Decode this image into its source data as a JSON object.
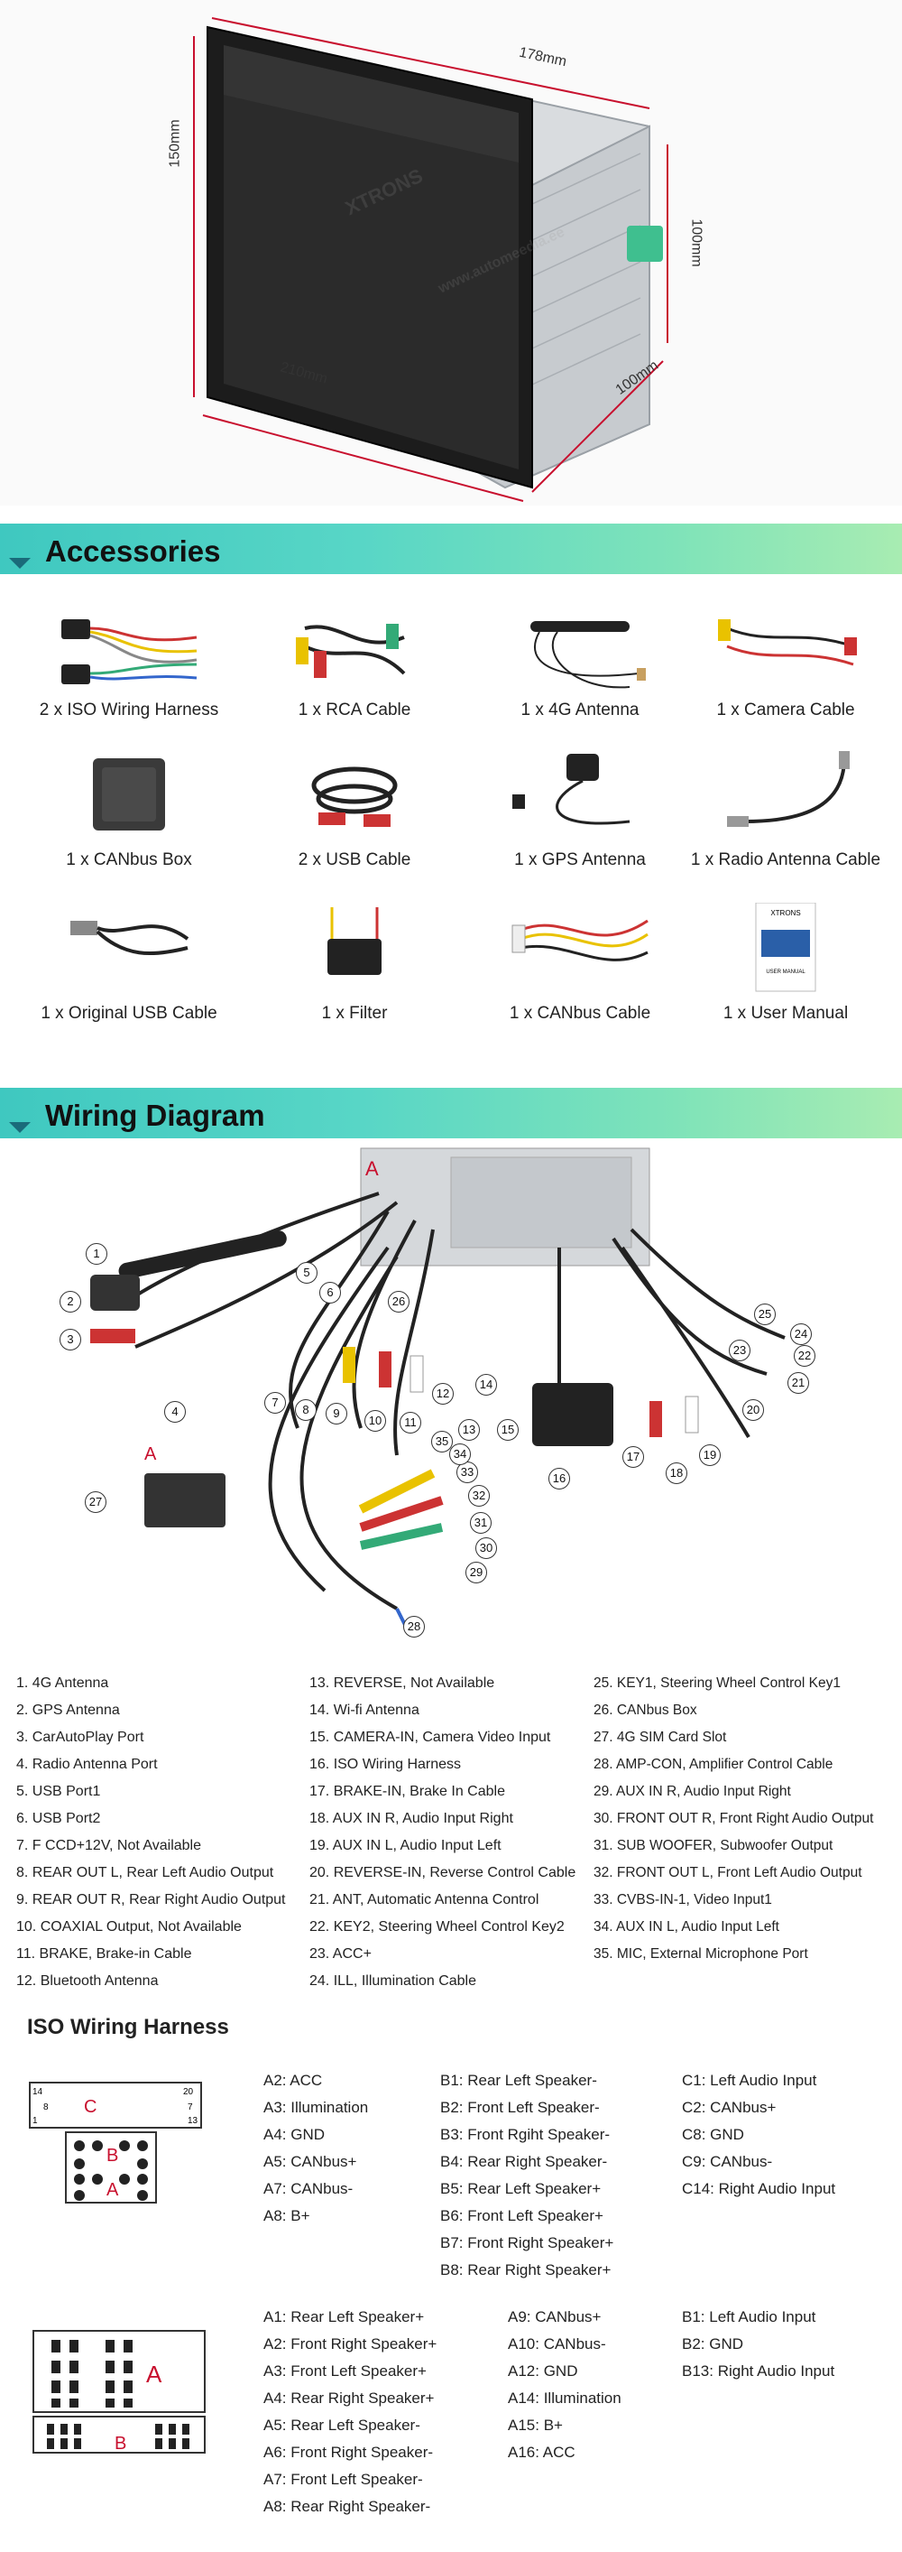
{
  "product": {
    "dims": {
      "depth": "178mm",
      "height_front": "150mm",
      "width": "210mm",
      "box_width": "100mm",
      "box_height": "100mm"
    },
    "brand": "XTRONS",
    "watermark": "www.automeedia.ee"
  },
  "accessories": {
    "title": "Accessories",
    "items": [
      {
        "label": "2 x ISO Wiring Harness"
      },
      {
        "label": "1 x RCA Cable"
      },
      {
        "label": "1 x 4G Antenna"
      },
      {
        "label": "1 x Camera Cable"
      },
      {
        "label": "1 x CANbus Box"
      },
      {
        "label": "2 x USB Cable"
      },
      {
        "label": "1 x GPS Antenna"
      },
      {
        "label": "1 x Radio Antenna Cable"
      },
      {
        "label": "1 x Original USB Cable"
      },
      {
        "label": "1 x Filter"
      },
      {
        "label": "1 x CANbus Cable"
      },
      {
        "label": "1 x User Manual"
      }
    ],
    "manual_brand": "XTRONS",
    "manual_title": "USER MANUAL"
  },
  "wiring": {
    "title": "Wiring Diagram",
    "connector_a": "A",
    "legend_col1": [
      "1. 4G Antenna",
      "2. GPS Antenna",
      "3. CarAutoPlay Port",
      "4. Radio Antenna Port",
      "5. USB Port1",
      "6. USB Port2",
      "7. F CCD+12V, Not Available",
      "8. REAR OUT L, Rear Left Audio Output",
      "9. REAR OUT R, Rear Right Audio Output",
      "10. COAXIAL Output, Not Available",
      "11. BRAKE, Brake-in Cable",
      "12. Bluetooth Antenna"
    ],
    "legend_col2": [
      "13. REVERSE, Not Available",
      "14. Wi-fi Antenna",
      "15. CAMERA-IN, Camera Video Input",
      "16. ISO Wiring Harness",
      "17. BRAKE-IN, Brake In Cable",
      "18. AUX IN R, Audio Input Right",
      "19. AUX IN L, Audio Input Left",
      "20. REVERSE-IN, Reverse Control Cable",
      "21. ANT, Automatic Antenna Control",
      "22. KEY2, Steering Wheel Control Key2",
      "23. ACC+",
      "24. ILL, Illumination Cable"
    ],
    "legend_col3": [
      "25. KEY1, Steering Wheel Control Key1",
      "26. CANbus Box",
      "27. 4G SIM Card Slot",
      "28. AMP-CON, Amplifier Control Cable",
      "29. AUX IN R, Audio Input Right",
      "30. FRONT OUT R, Front Right Audio Output",
      "31. SUB WOOFER, Subwoofer Output",
      "32. FRONT OUT L, Front Left Audio Output",
      "33. CVBS-IN-1, Video Input1",
      "34. AUX IN L, Audio Input Left",
      "35. MIC, External Microphone Port"
    ]
  },
  "iso": {
    "title": "ISO Wiring Harness",
    "conn1_labels": {
      "c": "C",
      "b": "B",
      "a": "A"
    },
    "conn1_col1": [
      "A2: ACC",
      "A3: Illumination",
      "A4: GND",
      "A5: CANbus+",
      "A7: CANbus-",
      "A8: B+"
    ],
    "conn1_col2": [
      "B1: Rear Left Speaker-",
      "B2: Front Left Speaker-",
      "B3: Front Rgiht Speaker-",
      "B4: Rear Right Speaker-",
      "B5: Rear Left Speaker+",
      "B6: Front Left Speaker+",
      "B7: Front Right Speaker+",
      "B8: Rear Right Speaker+"
    ],
    "conn1_col3": [
      "C1: Left Audio Input",
      "C2: CANbus+",
      "C8: GND",
      "C9: CANbus-",
      "C14: Right Audio Input"
    ],
    "conn2_labels": {
      "a": "A",
      "b": "B"
    },
    "conn2_col1": [
      "A1: Rear Left Speaker+",
      "A2: Front Right Speaker+",
      "A3: Front Left Speaker+",
      "A4: Rear Right Speaker+",
      "A5: Rear Left Speaker-",
      "A6: Front Right Speaker-",
      "A7: Front Left Speaker-",
      "A8: Rear Right Speaker-"
    ],
    "conn2_col2": [
      "A9: CANbus+",
      "A10: CANbus-",
      "A12: GND",
      "A14: Illumination",
      "A15: B+",
      "A16: ACC"
    ],
    "conn2_col3": [
      "B1: Left Audio Input",
      "B2: GND",
      "B13: Right Audio Input"
    ]
  }
}
